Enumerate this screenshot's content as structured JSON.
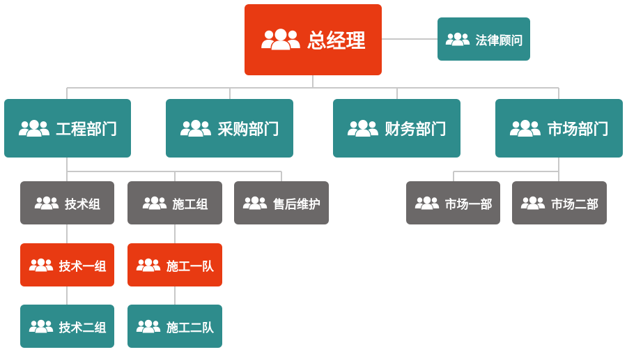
{
  "colors": {
    "teal": "#2e8c8c",
    "red": "#e83a12",
    "gray": "#6b6868",
    "connector": "#c8c8c8"
  },
  "icon": "people-group-icon",
  "nodes": {
    "ceo": "总经理",
    "legal": "法律顾问",
    "engineering": "工程部门",
    "procurement": "采购部门",
    "finance": "财务部门",
    "market": "市场部门",
    "tech_group": "技术组",
    "construction_group": "施工组",
    "after_sales": "售后维护",
    "market_1": "市场一部",
    "market_2": "市场二部",
    "tech_1": "技术一组",
    "construction_team_1": "施工一队",
    "tech_2": "技术二组",
    "construction_team_2": "施工二队"
  }
}
